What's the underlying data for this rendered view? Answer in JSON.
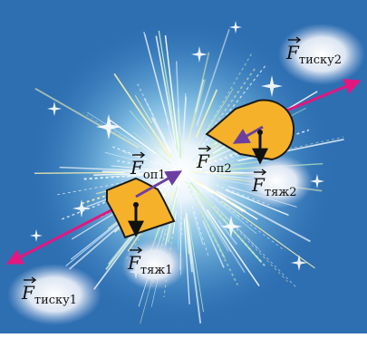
{
  "diagram": {
    "colors": {
      "background": "#2e6fb2",
      "burst_core": "#ffffff",
      "burst_mid": "#9fd9f2",
      "body_fill": "#f5b12a",
      "body_stroke": "#1a1a1a",
      "pressure_force": "#e2177f",
      "support_force": "#6b3fa0",
      "gravity_force": "#111111",
      "label_bubble": "#e6ecf6"
    },
    "labels": {
      "f_tysku2": {
        "symbol": "F",
        "subscript": "тиску2"
      },
      "f_tysku1": {
        "symbol": "F",
        "subscript": "тиску1"
      },
      "f_op1": {
        "symbol": "F",
        "subscript": "оп1"
      },
      "f_op2": {
        "symbol": "F",
        "subscript": "оп2"
      },
      "f_tyazh1": {
        "symbol": "F",
        "subscript": "тяж1"
      },
      "f_tyazh2": {
        "symbol": "F",
        "subscript": "тяж2"
      }
    }
  }
}
